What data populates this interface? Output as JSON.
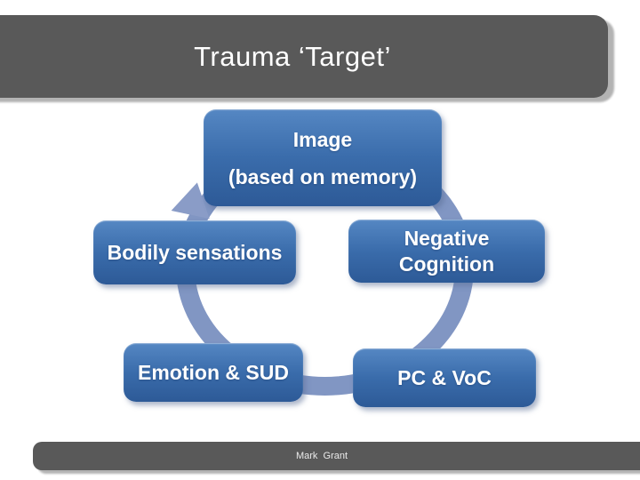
{
  "slide": {
    "title": "Trauma ‘Target’",
    "footer": "Mark  Grant"
  },
  "diagram": {
    "type": "cycle",
    "direction": "clockwise",
    "nodes": [
      {
        "name": "image",
        "lines": [
          "Image",
          "(based on memory)"
        ]
      },
      {
        "name": "negative-cognition",
        "lines": [
          "Negative",
          "Cognition"
        ]
      },
      {
        "name": "bodily-sensations",
        "lines": [
          "Bodily sensations"
        ]
      },
      {
        "name": "emotion-sud",
        "lines": [
          "Emotion & SUD"
        ]
      },
      {
        "name": "pc-voc",
        "lines": [
          "PC & VoC"
        ]
      }
    ]
  },
  "colors": {
    "title_bar": "#595959",
    "footer_bar": "#595959",
    "node_blue_top": "#5587c3",
    "node_blue_bottom": "#2d5a97",
    "ring": "#8196c3",
    "shadow": "#b3b3b3",
    "text": "#ffffff"
  }
}
